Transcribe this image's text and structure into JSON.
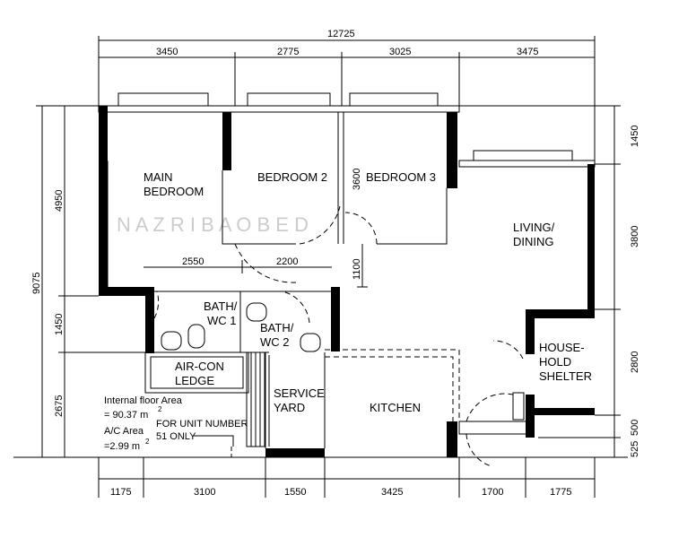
{
  "dimensions": {
    "overall_width": "12725",
    "top": [
      "3450",
      "2775",
      "3025",
      "3475"
    ],
    "bottom": [
      "1175",
      "3100",
      "1550",
      "3425",
      "1700",
      "1775"
    ],
    "left_overall": "9075",
    "left": [
      "4950",
      "1450",
      "2675"
    ],
    "right": [
      "1450",
      "3800",
      "2800",
      "500",
      "525"
    ],
    "bath_widths": [
      "2550",
      "2200"
    ],
    "bedroom3_depth": "3600",
    "door_offset": "1100"
  },
  "rooms": {
    "main_bedroom": [
      "MAIN",
      "BEDROOM"
    ],
    "bedroom2": "BEDROOM 2",
    "bedroom3": "BEDROOM 3",
    "living": [
      "LIVING/",
      "DINING"
    ],
    "bath1": [
      "BATH/",
      "WC 1"
    ],
    "bath2": [
      "BATH/",
      "WC 2"
    ],
    "aircon": [
      "AIR-CON",
      "LEDGE"
    ],
    "service": [
      "SERVICE",
      "YARD"
    ],
    "kitchen": "KITCHEN",
    "shelter": [
      "HOUSE-",
      "HOLD",
      "SHELTER"
    ]
  },
  "notes": {
    "internal_area_label": "Internal floor Area",
    "internal_area_value": "= 90.37 m",
    "ac_area_label": "A/C Area",
    "ac_area_value": "=2.99 m",
    "sup": "2",
    "unit_note_1": "FOR UNIT NUMBER",
    "unit_note_2": "51 ONLY"
  },
  "watermark": "N A Z R I   B A O B E D"
}
